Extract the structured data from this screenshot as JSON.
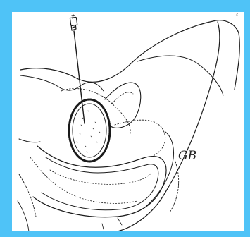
{
  "illustration": {
    "subject": "line-drawing",
    "colors": {
      "frame": "#4fc3f7",
      "background": "#ffffff",
      "ink": "#1a1a1a"
    },
    "signature_text": "GB",
    "corner_mark": "ᶻ"
  }
}
